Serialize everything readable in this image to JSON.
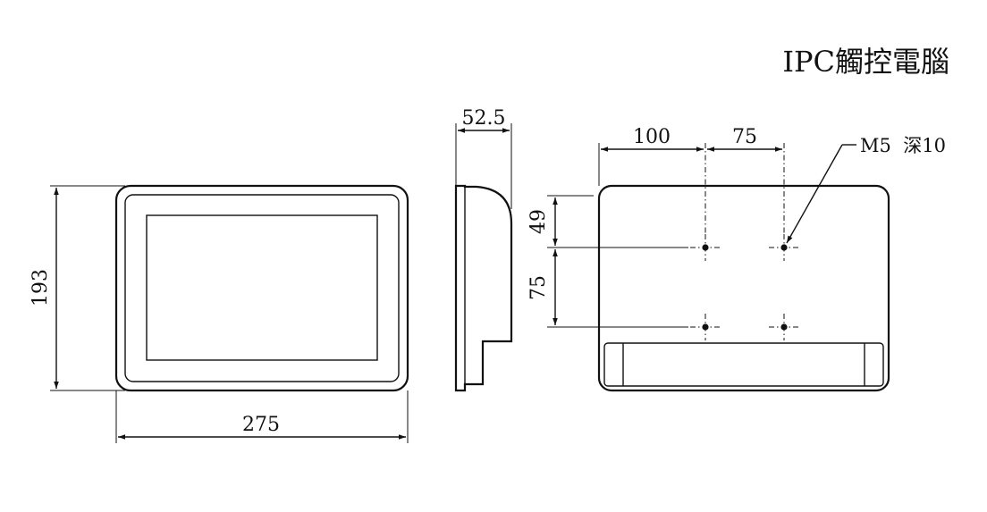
{
  "title": "IPC觸控電腦",
  "dimensions": {
    "front_width": "275",
    "front_height": "193",
    "side_depth": "52.5",
    "back_hole_offset_x": "100",
    "back_hole_spacing_x": "75",
    "back_hole_offset_y": "49",
    "back_hole_spacing_y": "75"
  },
  "notes": {
    "mounting_hole": "M5  深10"
  },
  "colors": {
    "line": "#111111",
    "background": "#ffffff"
  }
}
